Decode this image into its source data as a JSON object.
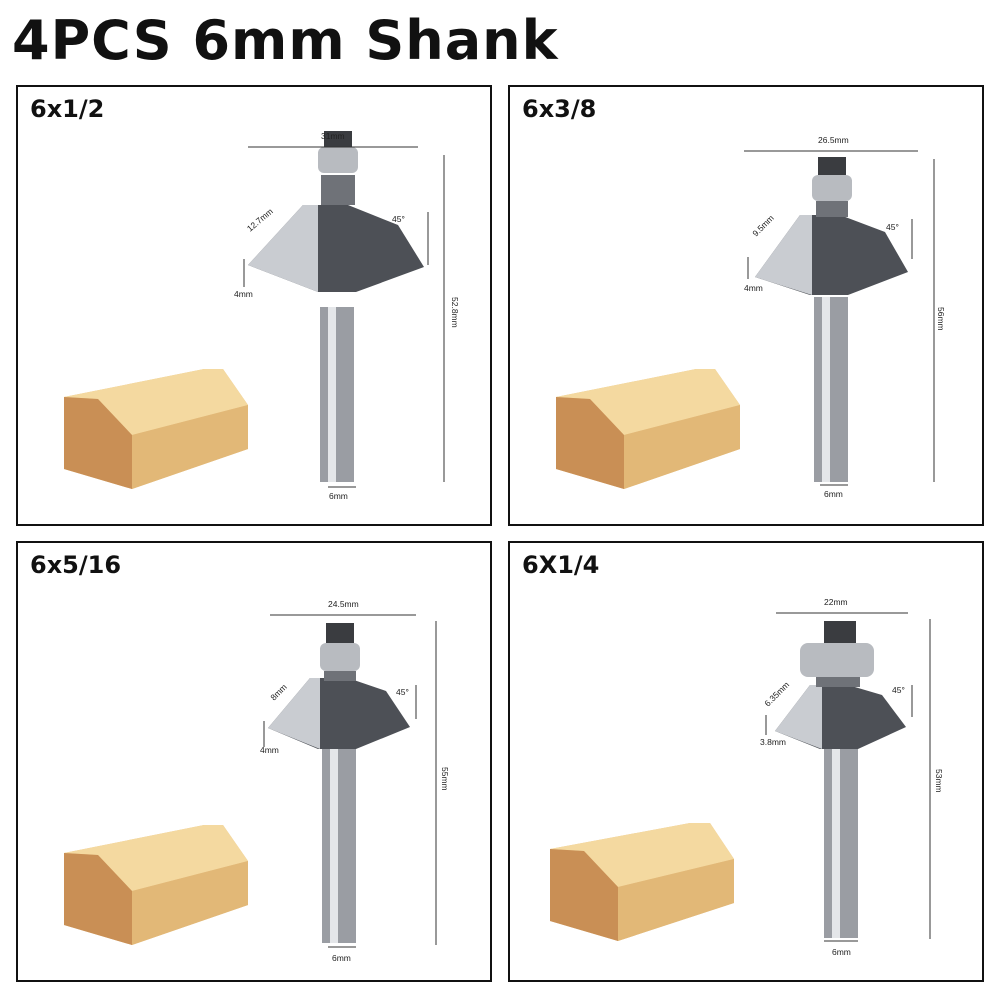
{
  "title": "4PCS 6mm Shank",
  "panels": [
    {
      "label": "6x1/2",
      "dims": {
        "cut_width": "31mm",
        "cut_height": "12.7mm",
        "angle": "45°",
        "bottom_height": "4mm",
        "total_length": "52.8mm",
        "shank": "6mm"
      }
    },
    {
      "label": "6x3/8",
      "dims": {
        "cut_width": "26.5mm",
        "cut_height": "9.5mm",
        "angle": "45°",
        "bottom_height": "4mm",
        "total_length": "56mm",
        "shank": "6mm"
      }
    },
    {
      "label": "6x5/16",
      "dims": {
        "cut_width": "24.5mm",
        "cut_height": "8mm",
        "angle": "45°",
        "bottom_height": "4mm",
        "total_length": "55mm",
        "shank": "6mm"
      }
    },
    {
      "label": "6X1/4",
      "dims": {
        "cut_width": "22mm",
        "cut_height": "6.35mm",
        "angle": "45°",
        "bottom_height": "3.8mm",
        "total_length": "53mm",
        "shank": "6mm"
      }
    }
  ],
  "colors": {
    "border": "#111111",
    "wood_top": "#f3d79b",
    "wood_side": "#e2b877",
    "wood_end": "#c98f55",
    "steel": "#8d9096",
    "carbide": "#5d6066"
  }
}
